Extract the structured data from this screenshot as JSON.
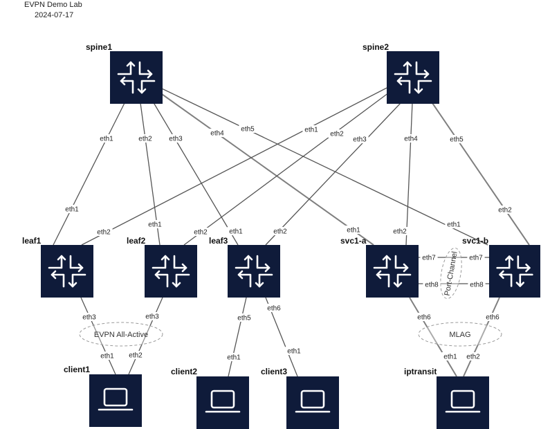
{
  "diagram": {
    "title": "EVPN Demo Lab",
    "date": "2024-07-17",
    "accent_color": "#0f1b3a",
    "nodes": [
      {
        "id": "spine1",
        "label": "spine1",
        "icon": "router-icon"
      },
      {
        "id": "spine2",
        "label": "spine2",
        "icon": "router-icon"
      },
      {
        "id": "leaf1",
        "label": "leaf1",
        "icon": "router-icon"
      },
      {
        "id": "leaf2",
        "label": "leaf2",
        "icon": "router-icon"
      },
      {
        "id": "leaf3",
        "label": "leaf3",
        "icon": "router-icon"
      },
      {
        "id": "svc1a",
        "label": "svc1-a",
        "icon": "router-icon"
      },
      {
        "id": "svc1b",
        "label": "svc1-b",
        "icon": "router-icon"
      },
      {
        "id": "client1",
        "label": "client1",
        "icon": "laptop-icon"
      },
      {
        "id": "client2",
        "label": "client2",
        "icon": "laptop-icon"
      },
      {
        "id": "client3",
        "label": "client3",
        "icon": "laptop-icon"
      },
      {
        "id": "iptransit",
        "label": "iptransit",
        "icon": "laptop-icon"
      }
    ],
    "groups": [
      {
        "id": "evpn",
        "label": "EVPN All-Active"
      },
      {
        "id": "mlag",
        "label": "MLAG"
      },
      {
        "id": "portchannel",
        "label": "Port-Channel"
      }
    ],
    "links": [
      {
        "id": "s1-l1",
        "a": "spine1",
        "a_port": "eth1",
        "b": "leaf1",
        "b_port": "eth1"
      },
      {
        "id": "s1-l2",
        "a": "spine1",
        "a_port": "eth2",
        "b": "leaf2",
        "b_port": "eth1"
      },
      {
        "id": "s1-l3",
        "a": "spine1",
        "a_port": "eth3",
        "b": "leaf3",
        "b_port": "eth1"
      },
      {
        "id": "s1-sa",
        "a": "spine1",
        "a_port": "eth4",
        "b": "svc1a",
        "b_port": "eth1"
      },
      {
        "id": "s1-sb",
        "a": "spine1",
        "a_port": "eth5",
        "b": "svc1b",
        "b_port": "eth1"
      },
      {
        "id": "s2-l1",
        "a": "spine2",
        "a_port": "eth1",
        "b": "leaf1",
        "b_port": "eth2"
      },
      {
        "id": "s2-l2",
        "a": "spine2",
        "a_port": "eth2",
        "b": "leaf2",
        "b_port": "eth2"
      },
      {
        "id": "s2-l3",
        "a": "spine2",
        "a_port": "eth3",
        "b": "leaf3",
        "b_port": "eth2"
      },
      {
        "id": "s2-sa",
        "a": "spine2",
        "a_port": "eth4",
        "b": "svc1a",
        "b_port": "eth2"
      },
      {
        "id": "s2-sb",
        "a": "spine2",
        "a_port": "eth5",
        "b": "svc1b",
        "b_port": "eth2"
      },
      {
        "id": "sa-sb-7",
        "a": "svc1a",
        "a_port": "eth7",
        "b": "svc1b",
        "b_port": "eth7"
      },
      {
        "id": "sa-sb-8",
        "a": "svc1a",
        "a_port": "eth8",
        "b": "svc1b",
        "b_port": "eth8"
      },
      {
        "id": "l1-c1",
        "a": "leaf1",
        "a_port": "eth3",
        "b": "client1",
        "b_port": "eth1"
      },
      {
        "id": "l2-c1",
        "a": "leaf2",
        "a_port": "eth3",
        "b": "client1",
        "b_port": "eth2"
      },
      {
        "id": "l3-c2",
        "a": "leaf3",
        "a_port": "eth5",
        "b": "client2",
        "b_port": "eth1"
      },
      {
        "id": "l3-c3",
        "a": "leaf3",
        "a_port": "eth6",
        "b": "client3",
        "b_port": "eth1"
      },
      {
        "id": "sa-ip",
        "a": "svc1a",
        "a_port": "eth6",
        "b": "iptransit",
        "b_port": "eth1"
      },
      {
        "id": "sb-ip",
        "a": "svc1b",
        "a_port": "eth6",
        "b": "iptransit",
        "b_port": "eth2"
      }
    ]
  }
}
